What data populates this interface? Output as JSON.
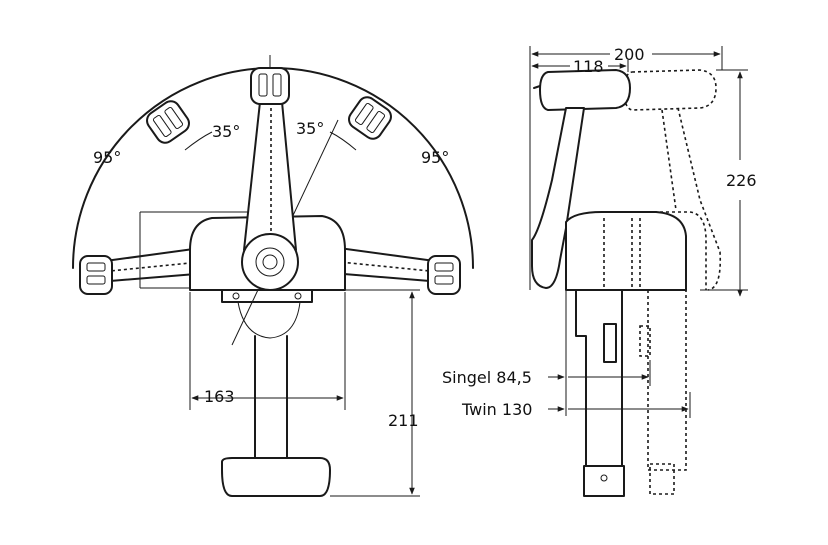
{
  "front_view": {
    "angle_left_outer": "95°",
    "angle_left_inner": "35°",
    "angle_right_inner": "35°",
    "angle_right_outer": "95°",
    "width_dim": "163",
    "height_dim": "211"
  },
  "side_view": {
    "width_total": "200",
    "width_handle": "118",
    "height_dim": "226",
    "singel_label": "Singel 84,5",
    "twin_label": "Twin 130"
  }
}
